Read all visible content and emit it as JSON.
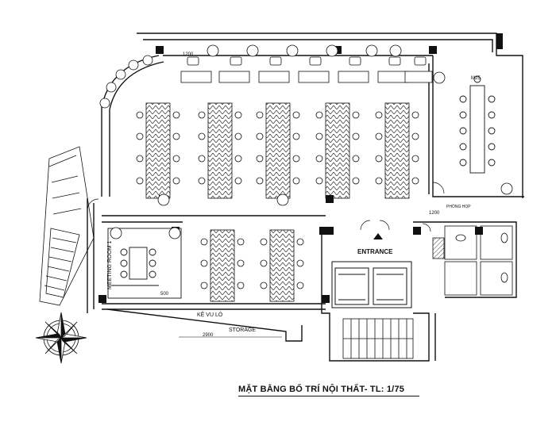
{
  "labels": {
    "entrance": "ENTRANCE",
    "meeting_room": "MEETING ROOM 1",
    "ke_vu_lo": "KỆ VU LÔ",
    "storage": "STORAGE",
    "dim_top": "1200",
    "dim_right": "1200",
    "dim_bottom": "2900",
    "dim_mid": "500",
    "room_tag": "M25",
    "room_tag_small": "PHÒNG HỌP"
  },
  "title": "MẶT BẰNG BỐ TRÍ NỘI THẤT- TL: 1/75",
  "colors": {
    "line": "#111111",
    "hatch": "#333333",
    "fill": "#ffffff"
  }
}
